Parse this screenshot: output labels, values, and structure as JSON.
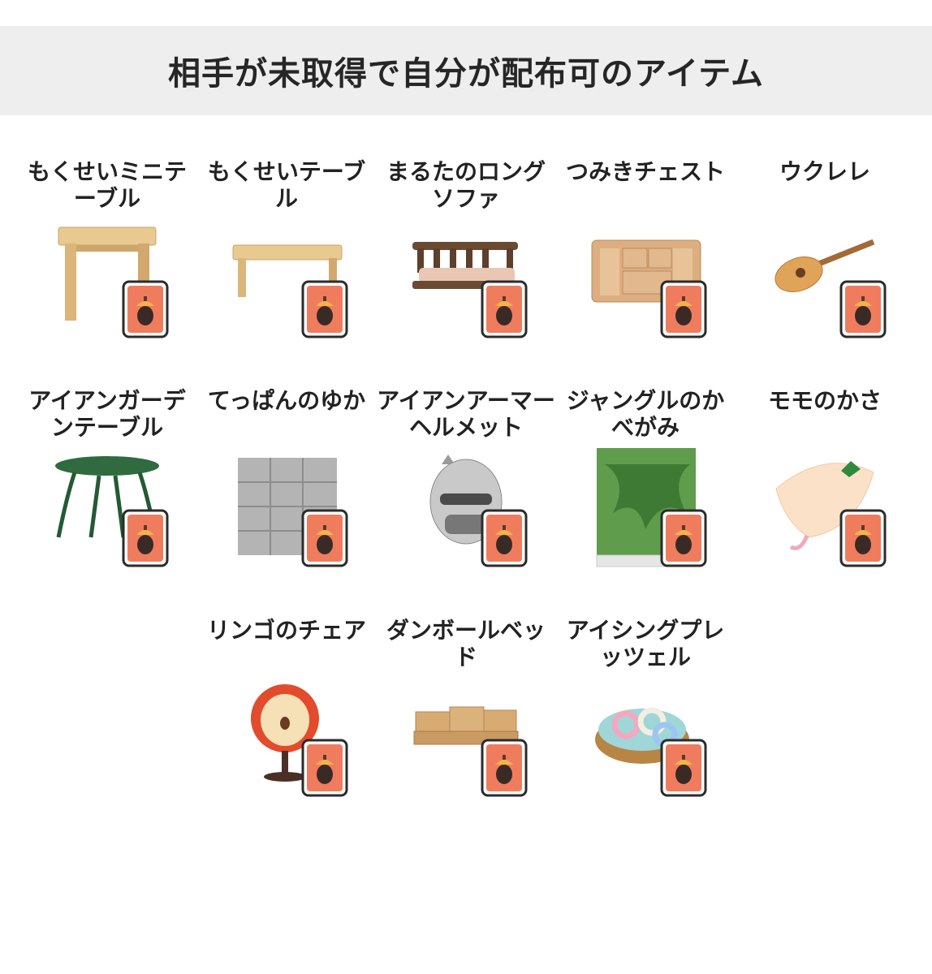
{
  "header": {
    "title": "相手が未取得で自分が配布可のアイテム"
  },
  "items": [
    {
      "name": "もくせいミニテーブル",
      "icon": "wooden-mini-table-icon"
    },
    {
      "name": "もくせいテーブル",
      "icon": "wooden-table-icon"
    },
    {
      "name": "まるたのロングソファ",
      "icon": "log-long-sofa-icon"
    },
    {
      "name": "つみきチェスト",
      "icon": "block-chest-icon"
    },
    {
      "name": "ウクレレ",
      "icon": "ukulele-icon"
    },
    {
      "name": "アイアンガーデンテーブル",
      "icon": "iron-garden-table-icon"
    },
    {
      "name": "てっぱんのゆか",
      "icon": "steel-flooring-icon"
    },
    {
      "name": "アイアンアーマーヘルメット",
      "icon": "iron-armor-helmet-icon"
    },
    {
      "name": "ジャングルのかべがみ",
      "icon": "jungle-wallpaper-icon"
    },
    {
      "name": "モモのかさ",
      "icon": "peach-umbrella-icon"
    },
    {
      "name": "リンゴのチェア",
      "icon": "apple-chair-icon"
    },
    {
      "name": "ダンボールベッド",
      "icon": "cardboard-bed-icon"
    },
    {
      "name": "アイシングプレッツェル",
      "icon": "frosted-pretzel-icon"
    }
  ],
  "colors": {
    "header_bg": "#eeeeee",
    "card_orange": "#f07c5e",
    "card_border": "#2b2b2b"
  }
}
